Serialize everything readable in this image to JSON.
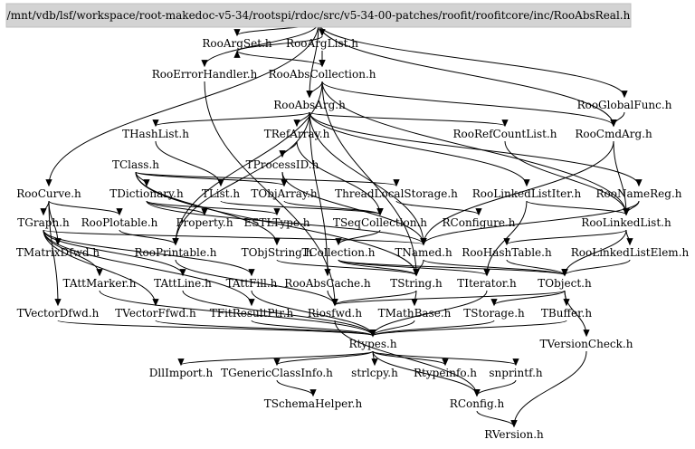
{
  "root_label": "/mnt/vdb/lsf/workspace/root-makedoc-v5-34/rootspi/rdoc/src/v5-34-00-patches/roofit/roofitcore/inc/RooAbsReal.h",
  "colors": {
    "root_fill": "#d3d3d3",
    "root_stroke": "#bfbfbf",
    "edge": "#000000",
    "text": "#000000"
  },
  "nodes": {
    "RooArgSet": "RooArgSet.h",
    "RooArgList": "RooArgList.h",
    "RooErrorHandler": "RooErrorHandler.h",
    "RooAbsCollection": "RooAbsCollection.h",
    "RooGlobalFunc": "RooGlobalFunc.h",
    "RooAbsArg": "RooAbsArg.h",
    "THashList": "THashList.h",
    "TRefArray": "TRefArray.h",
    "RooRefCountList": "RooRefCountList.h",
    "RooCmdArg": "RooCmdArg.h",
    "TClass": "TClass.h",
    "TProcessID": "TProcessID.h",
    "RooCurve": "RooCurve.h",
    "TDictionary": "TDictionary.h",
    "TList": "TList.h",
    "TObjArray": "TObjArray.h",
    "ThreadLocalStorage": "ThreadLocalStorage.h",
    "RooLinkedListIter": "RooLinkedListIter.h",
    "RooNameReg": "RooNameReg.h",
    "TGraph": "TGraph.h",
    "RooPlotable": "RooPlotable.h",
    "Property": "Property.h",
    "ESTLType": "ESTLType.h",
    "TSeqCollection": "TSeqCollection.h",
    "RConfigure": "RConfigure.h",
    "RooLinkedList": "RooLinkedList.h",
    "TMatrixDfwd": "TMatrixDfwd.h",
    "RooPrintable": "RooPrintable.h",
    "TObjString": "TObjString.h",
    "TCollection": "TCollection.h",
    "TNamed": "TNamed.h",
    "RooHashTable": "RooHashTable.h",
    "RooLinkedListElem": "RooLinkedListElem.h",
    "TAttMarker": "TAttMarker.h",
    "TAttLine": "TAttLine.h",
    "TAttFill": "TAttFill.h",
    "RooAbsCache": "RooAbsCache.h",
    "TString": "TString.h",
    "TIterator": "TIterator.h",
    "TObject": "TObject.h",
    "TVectorDfwd": "TVectorDfwd.h",
    "TVectorFfwd": "TVectorFfwd.h",
    "TFitResultPtr": "TFitResultPtr.h",
    "Riosfwd": "Riosfwd.h",
    "TMathBase": "TMathBase.h",
    "TStorage": "TStorage.h",
    "TBuffer": "TBuffer.h",
    "Rtypes": "Rtypes.h",
    "TVersionCheck": "TVersionCheck.h",
    "DllImport": "DllImport.h",
    "TGenericClassInfo": "TGenericClassInfo.h",
    "strlcpy": "strlcpy.h",
    "Rtypeinfo": "Rtypeinfo.h",
    "snprintf": "snprintf.h",
    "TSchemaHelper": "TSchemaHelper.h",
    "RConfig": "RConfig.h",
    "RVersion": "RVersion.h"
  },
  "edges": [
    [
      "root",
      "RooArgSet"
    ],
    [
      "root",
      "RooArgList"
    ],
    [
      "root",
      "RooErrorHandler"
    ],
    [
      "root",
      "RooAbsArg"
    ],
    [
      "root",
      "RooCurve"
    ],
    [
      "root",
      "RooGlobalFunc"
    ],
    [
      "root",
      "RooCmdArg"
    ],
    [
      "RooArgSet",
      "RooAbsCollection"
    ],
    [
      "RooArgList",
      "RooAbsCollection"
    ],
    [
      "RooArgList",
      "RooArgSet"
    ],
    [
      "RooErrorHandler",
      "Riosfwd"
    ],
    [
      "RooAbsCollection",
      "RooAbsArg"
    ],
    [
      "RooAbsCollection",
      "RooLinkedList"
    ],
    [
      "RooAbsCollection",
      "RooCmdArg"
    ],
    [
      "RooAbsCollection",
      "RooPrintable"
    ],
    [
      "RooAbsCollection",
      "TString"
    ],
    [
      "RooGlobalFunc",
      "RooCmdArg"
    ],
    [
      "RooAbsArg",
      "THashList"
    ],
    [
      "RooAbsArg",
      "TRefArray"
    ],
    [
      "RooAbsArg",
      "RooRefCountList"
    ],
    [
      "RooAbsArg",
      "RooNameReg"
    ],
    [
      "RooAbsArg",
      "RooLinkedListIter"
    ],
    [
      "RooAbsArg",
      "RooPrintable"
    ],
    [
      "RooAbsArg",
      "RooAbsCache"
    ],
    [
      "RooAbsArg",
      "TNamed"
    ],
    [
      "THashList",
      "TList"
    ],
    [
      "TRefArray",
      "TProcessID"
    ],
    [
      "TRefArray",
      "TSeqCollection"
    ],
    [
      "RooRefCountList",
      "RooLinkedList"
    ],
    [
      "RooCmdArg",
      "RooLinkedList"
    ],
    [
      "RooCmdArg",
      "TNamed"
    ],
    [
      "TClass",
      "TDictionary"
    ],
    [
      "TClass",
      "TObjArray"
    ],
    [
      "TClass",
      "ThreadLocalStorage"
    ],
    [
      "TClass",
      "TObjString"
    ],
    [
      "TClass",
      "TString"
    ],
    [
      "TProcessID",
      "TNamed"
    ],
    [
      "TProcessID",
      "TObjArray"
    ],
    [
      "RooCurve",
      "TGraph"
    ],
    [
      "RooCurve",
      "RooPlotable"
    ],
    [
      "RooCurve",
      "TMatrixDfwd"
    ],
    [
      "RooCurve",
      "TVectorDfwd"
    ],
    [
      "TDictionary",
      "Property"
    ],
    [
      "TDictionary",
      "ESTLType"
    ],
    [
      "TDictionary",
      "TNamed"
    ],
    [
      "TList",
      "TSeqCollection"
    ],
    [
      "TObjArray",
      "TSeqCollection"
    ],
    [
      "ThreadLocalStorage",
      "RConfigure"
    ],
    [
      "RooLinkedListIter",
      "TIterator"
    ],
    [
      "RooLinkedListIter",
      "RooLinkedList"
    ],
    [
      "RooNameReg",
      "RooLinkedList"
    ],
    [
      "RooNameReg",
      "TNamed"
    ],
    [
      "TGraph",
      "TNamed"
    ],
    [
      "TGraph",
      "TAttLine"
    ],
    [
      "TGraph",
      "TAttFill"
    ],
    [
      "TGraph",
      "TAttMarker"
    ],
    [
      "TGraph",
      "TVectorFfwd"
    ],
    [
      "TGraph",
      "TFitResultPtr"
    ],
    [
      "RooPlotable",
      "RooPrintable"
    ],
    [
      "TSeqCollection",
      "TCollection"
    ],
    [
      "RooLinkedList",
      "RooLinkedListElem"
    ],
    [
      "RooLinkedList",
      "RooHashTable"
    ],
    [
      "RooLinkedList",
      "TObject"
    ],
    [
      "RooPrintable",
      "Riosfwd"
    ],
    [
      "TObjString",
      "TString"
    ],
    [
      "TCollection",
      "TObject"
    ],
    [
      "TCollection",
      "TString"
    ],
    [
      "TCollection",
      "TIterator"
    ],
    [
      "TNamed",
      "TString"
    ],
    [
      "TNamed",
      "TObject"
    ],
    [
      "RooHashTable",
      "TObject"
    ],
    [
      "RooLinkedListElem",
      "TObject"
    ],
    [
      "TAttMarker",
      "Rtypes"
    ],
    [
      "TAttLine",
      "Rtypes"
    ],
    [
      "TAttFill",
      "Rtypes"
    ],
    [
      "RooAbsCache",
      "Riosfwd"
    ],
    [
      "TString",
      "TMathBase"
    ],
    [
      "TString",
      "Riosfwd"
    ],
    [
      "TIterator",
      "Rtypes"
    ],
    [
      "TObject",
      "TStorage"
    ],
    [
      "TObject",
      "TBuffer"
    ],
    [
      "TObject",
      "Riosfwd"
    ],
    [
      "TObject",
      "TVersionCheck"
    ],
    [
      "TVectorDfwd",
      "Rtypes"
    ],
    [
      "TVectorFfwd",
      "Rtypes"
    ],
    [
      "TFitResultPtr",
      "Rtypes"
    ],
    [
      "Riosfwd",
      "RConfig"
    ],
    [
      "TMathBase",
      "Rtypes"
    ],
    [
      "TStorage",
      "Rtypes"
    ],
    [
      "TBuffer",
      "Rtypes"
    ],
    [
      "Rtypes",
      "DllImport"
    ],
    [
      "Rtypes",
      "TGenericClassInfo"
    ],
    [
      "Rtypes",
      "strlcpy"
    ],
    [
      "Rtypes",
      "Rtypeinfo"
    ],
    [
      "Rtypes",
      "snprintf"
    ],
    [
      "Rtypes",
      "RConfig"
    ],
    [
      "TVersionCheck",
      "RVersion"
    ],
    [
      "TGenericClassInfo",
      "TSchemaHelper"
    ],
    [
      "snprintf",
      "RConfig"
    ],
    [
      "RConfig",
      "RVersion"
    ]
  ]
}
